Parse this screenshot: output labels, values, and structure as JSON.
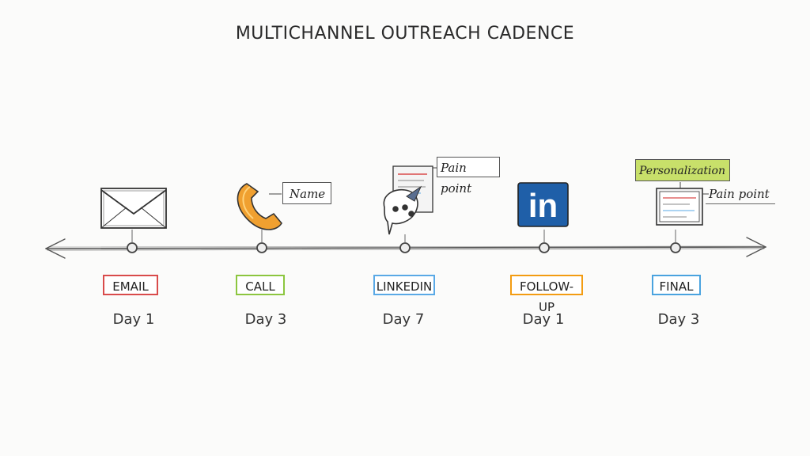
{
  "title": "MULTICHANNEL OUTREACH CADENCE",
  "steps": [
    {
      "label": "EMAIL",
      "day": "Day 1",
      "icon": "envelope-icon",
      "color": "#d94b4b"
    },
    {
      "label": "CALL",
      "day": "Day 3",
      "icon": "phone-icon",
      "color": "#8cc63f"
    },
    {
      "label": "LINKEDIN",
      "day": "Day 7",
      "icon": "chat-bubble-icon",
      "color": "#5aa9e6"
    },
    {
      "label": "FOLLOW-UP",
      "day": "Day 1",
      "icon": "linkedin-icon",
      "color": "#f39c12"
    },
    {
      "label": "FINAL",
      "day": "Day 3",
      "icon": "document-icon",
      "color": "#4aa3df"
    }
  ],
  "notes": {
    "name": "Name",
    "pain_point_1": "Pain point",
    "personalization": "Personalization",
    "pain_point_2": "Pain point"
  },
  "linkedin_logo_text": "in",
  "colors": {
    "linkedin_blue": "#1f5fa8",
    "personalization_fill": "#c8e06a",
    "phone_orange": "#f0a030"
  }
}
